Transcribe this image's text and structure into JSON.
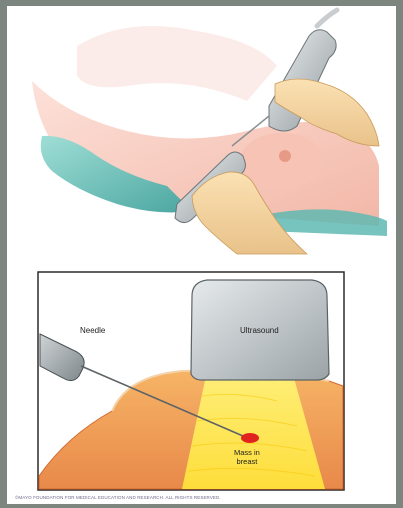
{
  "diagram": {
    "labels": {
      "needle": "Needle",
      "ultrasound": "Ultrasound",
      "mass": "Mass in\nbreast"
    },
    "credit": "©MAYO FOUNDATION FOR MEDICAL EDUCATION AND RESEARCH. ALL RIGHTS RESERVED."
  }
}
